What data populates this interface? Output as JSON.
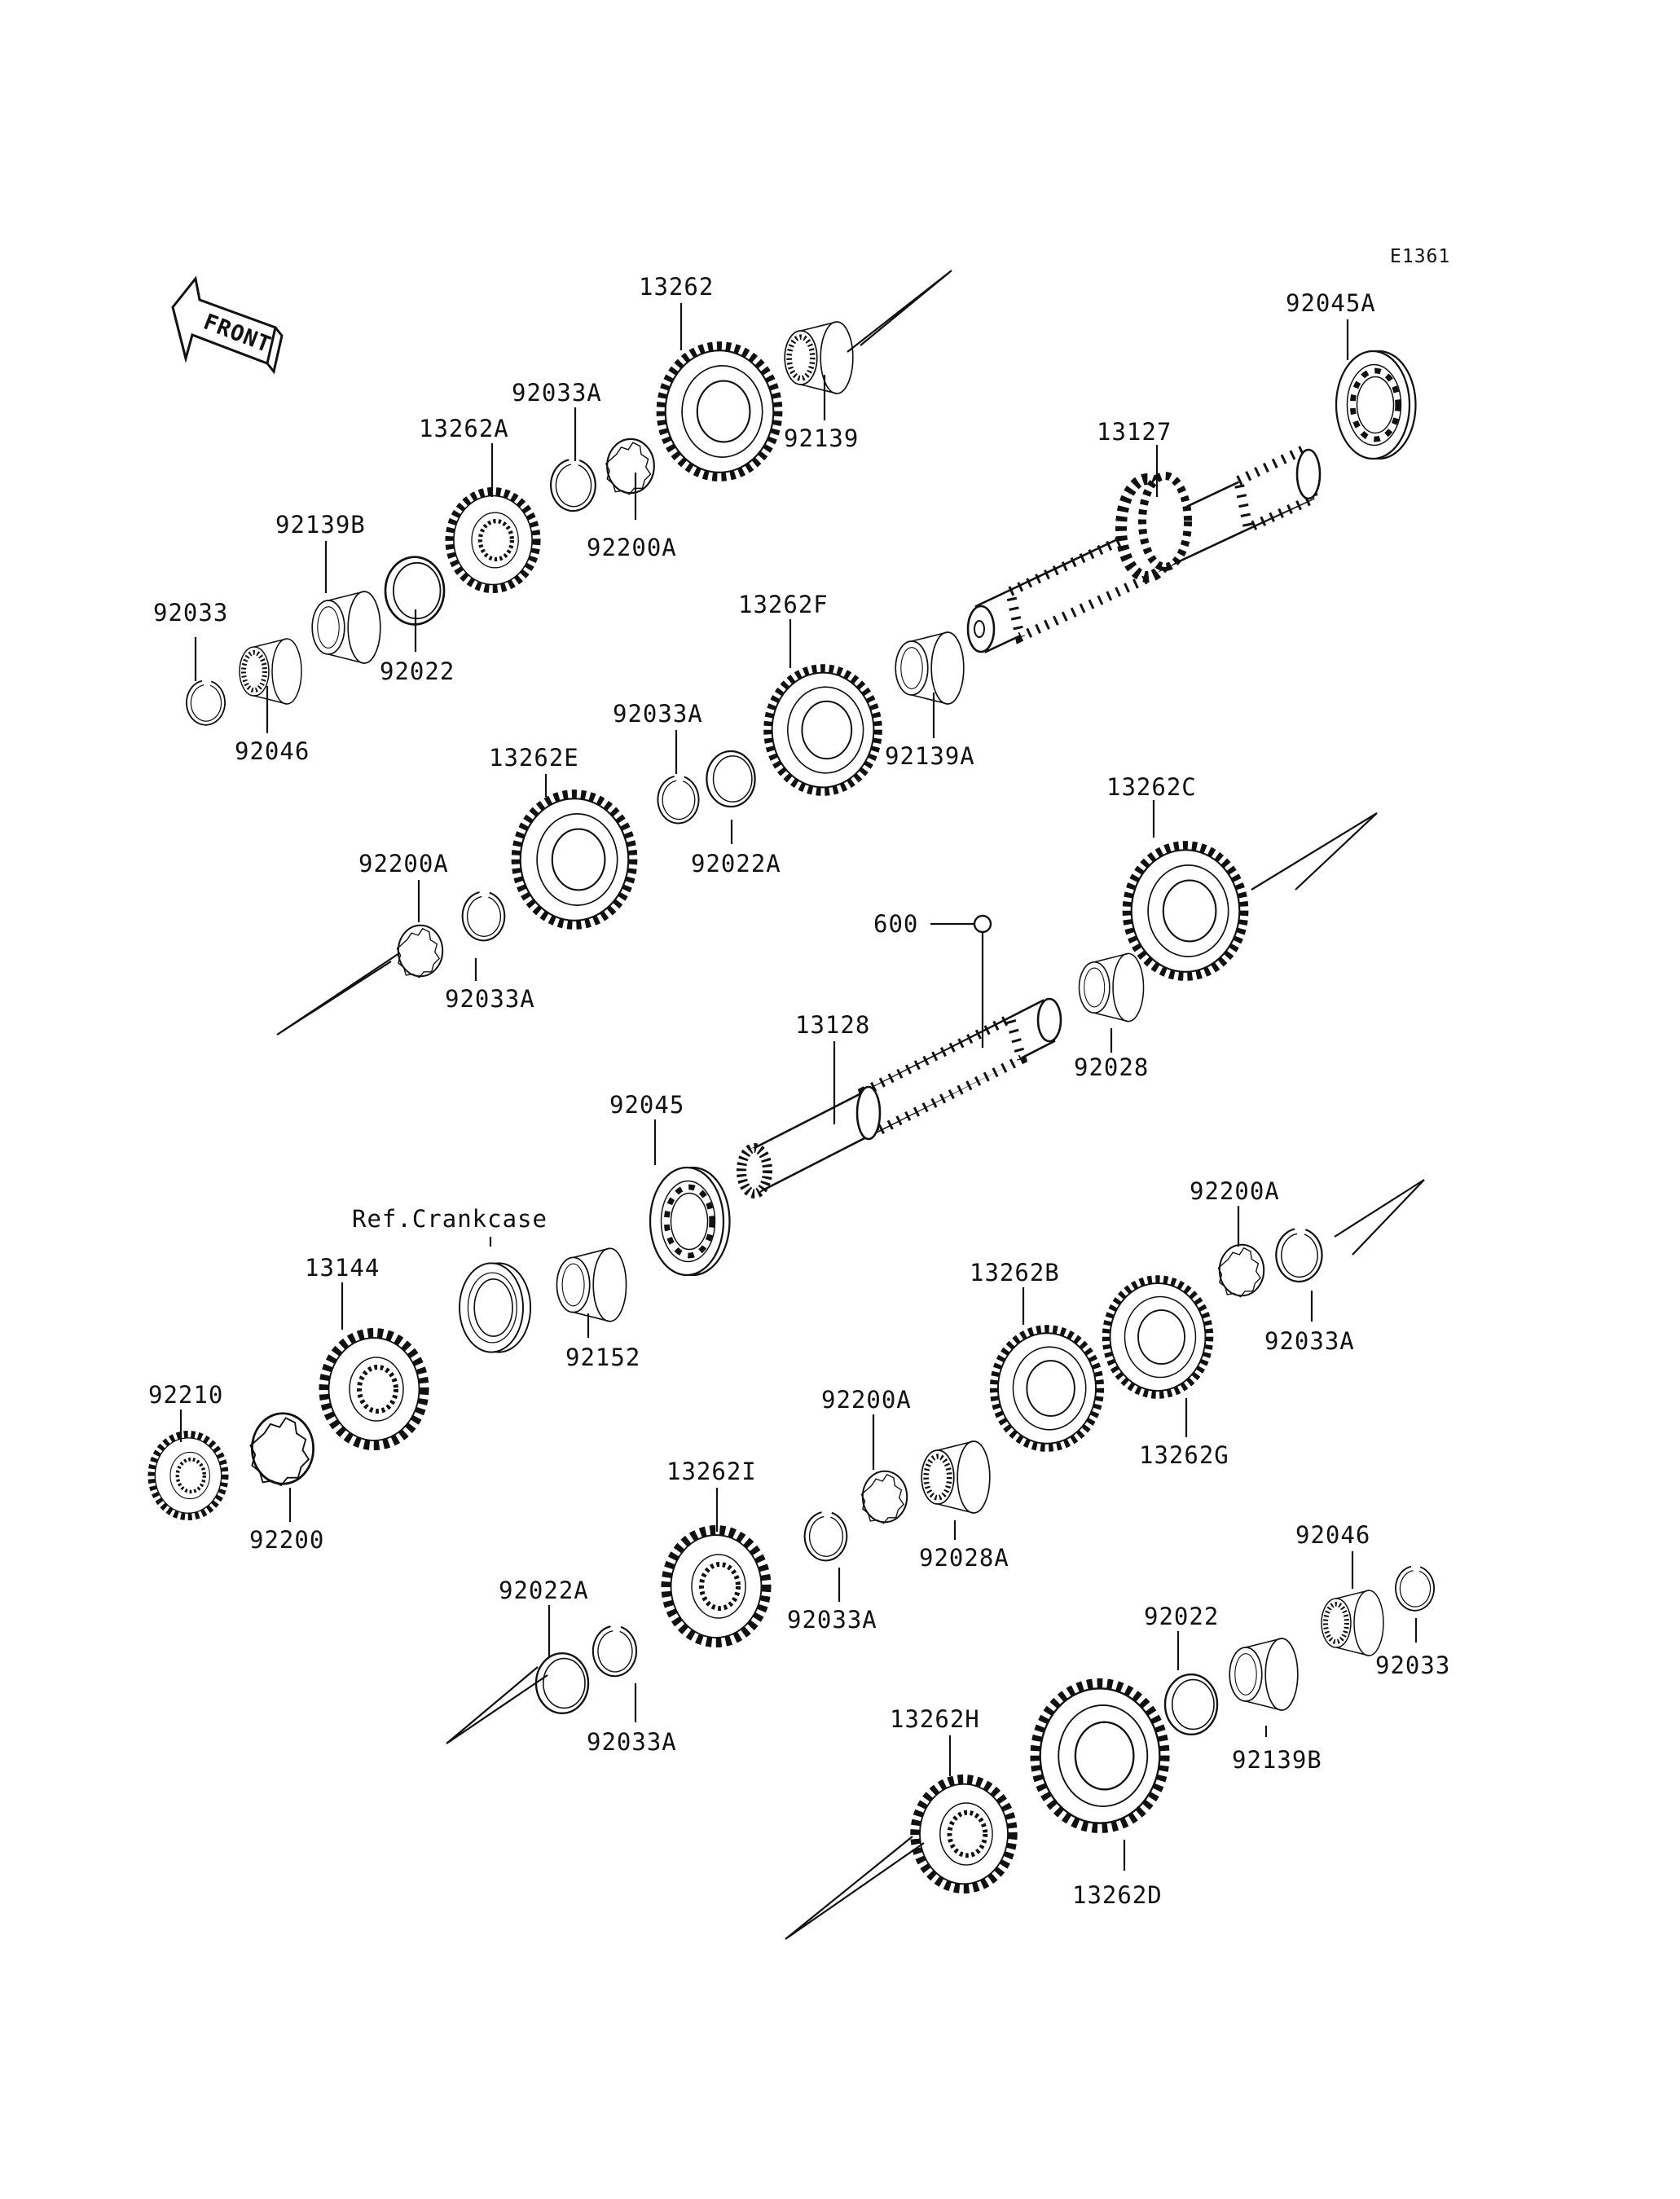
{
  "diagram_code": "E1361",
  "front_label": "FRONT",
  "ref_label": "Ref.Crankcase",
  "parts": [
    {
      "key": "p13262",
      "label": "13262",
      "name": "gear-13262"
    },
    {
      "key": "p92139",
      "label": "92139",
      "name": "bearing-92139"
    },
    {
      "key": "p92045A",
      "label": "92045A",
      "name": "ball-bearing-92045a"
    },
    {
      "key": "p92033A_1",
      "label": "92033A",
      "name": "circlip-92033a"
    },
    {
      "key": "p13262A",
      "label": "13262A",
      "name": "gear-13262a"
    },
    {
      "key": "p92200A_1",
      "label": "92200A",
      "name": "washer-92200a"
    },
    {
      "key": "p13127",
      "label": "13127",
      "name": "input-shaft-13127"
    },
    {
      "key": "p92139B_1",
      "label": "92139B",
      "name": "bushing-92139b"
    },
    {
      "key": "p92022_1",
      "label": "92022",
      "name": "washer-92022"
    },
    {
      "key": "p92033_1",
      "label": "92033",
      "name": "circlip-92033"
    },
    {
      "key": "p92046_1",
      "label": "92046",
      "name": "needle-bearing-92046"
    },
    {
      "key": "p13262F",
      "label": "13262F",
      "name": "gear-13262f"
    },
    {
      "key": "p92139A",
      "label": "92139A",
      "name": "bushing-92139a"
    },
    {
      "key": "p92033A_2",
      "label": "92033A",
      "name": "circlip-92033a"
    },
    {
      "key": "p13262E",
      "label": "13262E",
      "name": "gear-13262e"
    },
    {
      "key": "p92022A_1",
      "label": "92022A",
      "name": "washer-92022a"
    },
    {
      "key": "p13262C",
      "label": "13262C",
      "name": "gear-13262c"
    },
    {
      "key": "p92200A_2",
      "label": "92200A",
      "name": "washer-92200a"
    },
    {
      "key": "p92033A_3",
      "label": "92033A",
      "name": "circlip-92033a"
    },
    {
      "key": "p600",
      "label": "600",
      "name": "oil-ref-600"
    },
    {
      "key": "p13128",
      "label": "13128",
      "name": "output-shaft-13128"
    },
    {
      "key": "p92028",
      "label": "92028",
      "name": "bushing-92028"
    },
    {
      "key": "p92045",
      "label": "92045",
      "name": "ball-bearing-92045"
    },
    {
      "key": "p13144",
      "label": "13144",
      "name": "sprocket-13144"
    },
    {
      "key": "p92152",
      "label": "92152",
      "name": "collar-92152"
    },
    {
      "key": "p92200A_3",
      "label": "92200A",
      "name": "washer-92200a"
    },
    {
      "key": "p92033A_4",
      "label": "92033A",
      "name": "circlip-92033a"
    },
    {
      "key": "p13262B",
      "label": "13262B",
      "name": "gear-13262b"
    },
    {
      "key": "p92210",
      "label": "92210",
      "name": "nut-92210"
    },
    {
      "key": "p92200",
      "label": "92200",
      "name": "washer-92200"
    },
    {
      "key": "p92200A_4",
      "label": "92200A",
      "name": "washer-92200a"
    },
    {
      "key": "p13262G",
      "label": "13262G",
      "name": "gear-13262g"
    },
    {
      "key": "p13262I",
      "label": "13262I",
      "name": "gear-13262i"
    },
    {
      "key": "p92028A",
      "label": "92028A",
      "name": "needle-bearing-92028a"
    },
    {
      "key": "p92033A_5",
      "label": "92033A",
      "name": "circlip-92033a"
    },
    {
      "key": "p92046_2",
      "label": "92046",
      "name": "needle-bearing-92046"
    },
    {
      "key": "p92022A_2",
      "label": "92022A",
      "name": "washer-92022a"
    },
    {
      "key": "p92022_2",
      "label": "92022",
      "name": "washer-92022"
    },
    {
      "key": "p92033_2",
      "label": "92033",
      "name": "circlip-92033"
    },
    {
      "key": "p92033A_6",
      "label": "92033A",
      "name": "circlip-92033a"
    },
    {
      "key": "p92139B_2",
      "label": "92139B",
      "name": "bushing-92139b"
    },
    {
      "key": "p13262H",
      "label": "13262H",
      "name": "gear-13262h"
    },
    {
      "key": "p13262D",
      "label": "13262D",
      "name": "gear-13262d"
    }
  ]
}
